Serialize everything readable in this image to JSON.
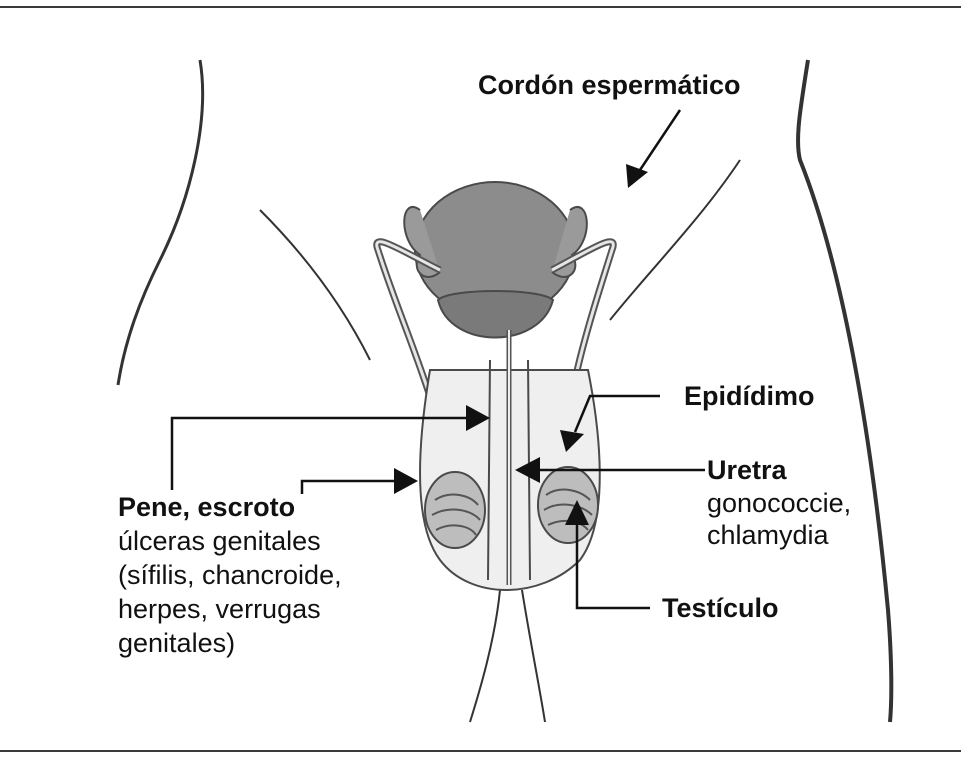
{
  "labels": {
    "cordon": "Cordón espermático",
    "epididimo": "Epidídimo",
    "uretra": {
      "title": "Uretra",
      "line1": "gonococcie,",
      "line2": "chlamydia"
    },
    "testiculo": "Testículo",
    "pene": {
      "title": "Pene, escroto",
      "line1": "úlceras genitales",
      "line2": "(sífilis, chancroide,",
      "line3": "herpes, verrugas",
      "line4": "genitales)"
    }
  },
  "colors": {
    "ink": "#111111",
    "organ_fill": "#8c8c8c",
    "light_fill": "#d6d6d6",
    "outline": "#4a4a4a"
  }
}
